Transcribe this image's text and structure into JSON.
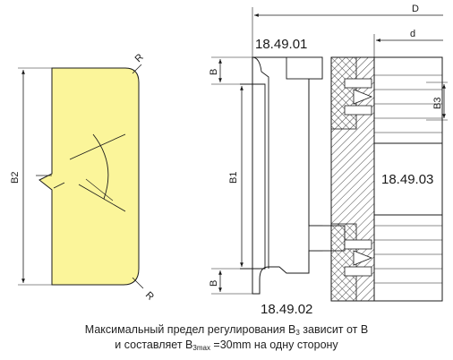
{
  "labels": {
    "part_top": "18.49.01",
    "part_bottom": "18.49.02",
    "part_right": "18.49.03",
    "dim_D": "D",
    "dim_d": "d",
    "dim_B_top": "B",
    "dim_B_bottom": "B",
    "dim_B1": "B1",
    "dim_B2": "B2",
    "dim_B3": "B3",
    "radius_top": "R",
    "radius_bottom": "R"
  },
  "caption": {
    "line1_a": "Максимальный предел регулирования B",
    "line1_sub": "3",
    "line1_b": " зависит от B",
    "line2_a": "и составляет B",
    "line2_sub": "3max",
    "line2_b": " =30mm на одну сторону"
  },
  "colors": {
    "profile_fill": "#fbf59a",
    "line": "#1a1a1a",
    "hatch": "#333333"
  }
}
